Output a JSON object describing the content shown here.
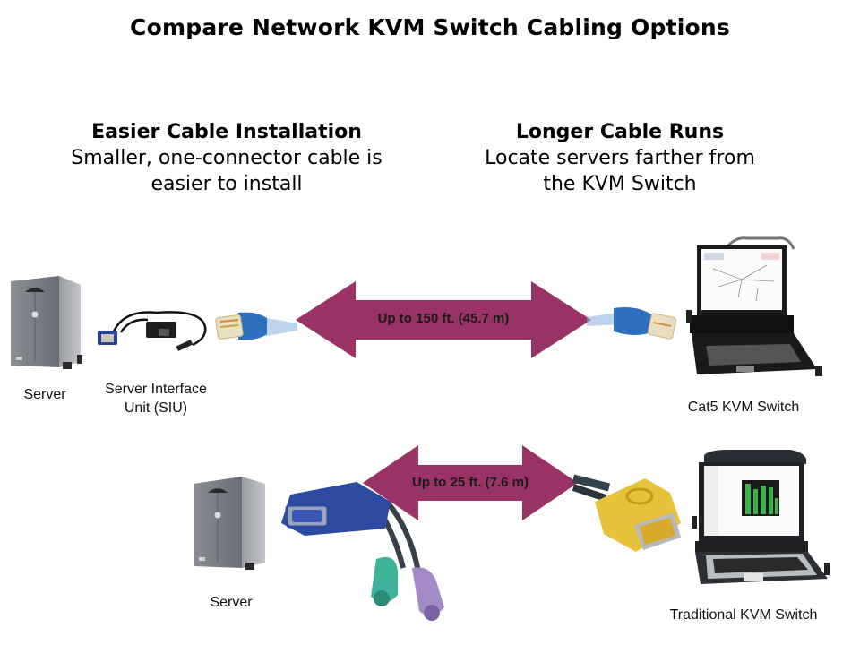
{
  "title": "Compare Network KVM Switch Cabling Options",
  "columns": {
    "left": {
      "heading": "Easier Cable Installation",
      "line1": "Smaller, one-connector cable is",
      "line2": "easier to install"
    },
    "right": {
      "heading": "Longer Cable Runs",
      "line1": "Locate servers farther from",
      "line2": "the KVM Switch"
    }
  },
  "colors": {
    "arrow": "#993366",
    "cat5_cable": "#2f6fc0",
    "vga_blue": "#2b4aa0",
    "vga_yellow": "#e6c23a",
    "ps2_green": "#3fb39a",
    "ps2_purple": "#a48ac8"
  },
  "rows": [
    {
      "name": "cat5",
      "server_label": "Server",
      "adapter_label_line1": "Server Interface",
      "adapter_label_line2": "Unit (SIU)",
      "distance_label": "Up to 150 ft. (45.7 m)",
      "switch_label": "Cat5 KVM Switch"
    },
    {
      "name": "traditional",
      "server_label": "Server",
      "distance_label": "Up to 25 ft. (7.6 m)",
      "switch_label": "Traditional KVM Switch"
    }
  ]
}
